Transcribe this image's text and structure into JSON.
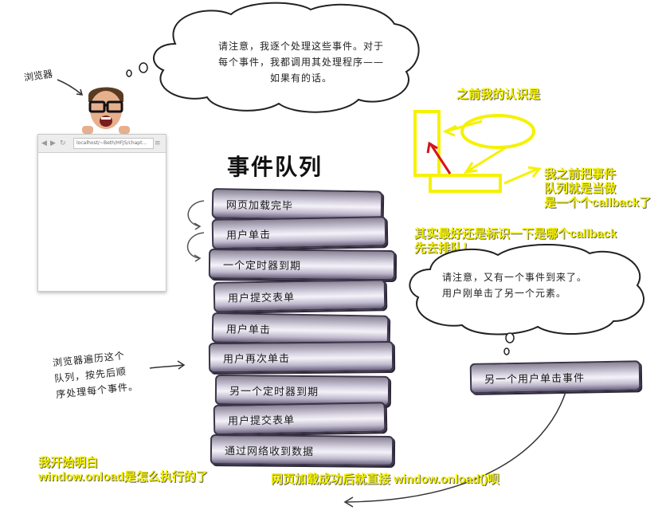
{
  "browser_label": "浏览器",
  "browser_url": "localhost/~Beth/HFJS/chapt...",
  "thought_top": {
    "line1": "请注意，我逐个处理这些事件。对于",
    "line2": "每个事件，我都调用其处理程序——",
    "line3": "如果有的话。"
  },
  "queue_title": "事件队列",
  "events": [
    "网页加载完毕",
    "用户单击",
    "一个定时器到期",
    "用户提交表单",
    "用户单击",
    "用户再次单击",
    "另一个定时器到期",
    "用户提交表单",
    "通过网络收到数据"
  ],
  "browser_note": {
    "line1": "浏览器遍历这个",
    "line2": "队列，按先后顺",
    "line3": "序处理每个事件。"
  },
  "thought_right": {
    "line1": "请注意，又有一个事件到来了。",
    "line2": "用户刚单击了另一个元素。"
  },
  "new_event": "另一个用户单击事件",
  "annotations": {
    "before_understanding": "之前我的认识是",
    "treated_as": [
      "我之前把事件",
      "队列就是当做",
      "是一个个callback了"
    ],
    "better_mark": [
      "其实最好还是标识一下是哪个callback",
      "先去排队！"
    ],
    "start_understand": [
      "我开始明白",
      "window.onload是怎么执行的了"
    ],
    "page_loaded": "网页加载成功后就直接 window.onload()呗"
  },
  "colors": {
    "annotation_yellow": "#f5f200",
    "arrow_red": "#d4141c",
    "ink": "#222222"
  }
}
